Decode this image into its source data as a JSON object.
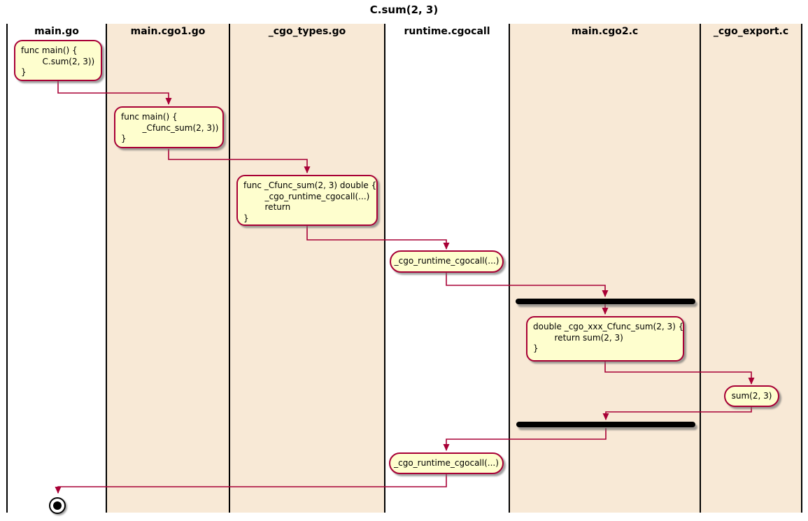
{
  "title": "C.sum(2, 3)",
  "colors": {
    "lane_alt_fill": "#F8E9D6",
    "lane_plain_fill": "#FFFFFF",
    "lane_divider": "#000000",
    "activity_fill": "#FEFECE",
    "activity_border": "#A80036",
    "arrow": "#A80036",
    "sync_bar": "#000000"
  },
  "lanes": [
    {
      "label": "main.go"
    },
    {
      "label": "main.cgo1.go"
    },
    {
      "label": "_cgo_types.go"
    },
    {
      "label": "runtime.cgocall"
    },
    {
      "label": "main.cgo2.c"
    },
    {
      "label": "_cgo_export.c"
    }
  ],
  "activities": {
    "main_go": {
      "code": "func main() {\n        C.sum(2, 3))\n}"
    },
    "main_cgo1_go": {
      "code": "func main() {\n        _Cfunc_sum(2, 3))\n}"
    },
    "cgo_types_go": {
      "code": "func _Cfunc_sum(2, 3) double {\n        _cgo_runtime_cgocall(...)\n        return\n}"
    },
    "runtime_cgocall_call": {
      "code": "_cgo_runtime_cgocall(...)"
    },
    "main_cgo2_c": {
      "code": "double _cgo_xxx_Cfunc_sum(2, 3) {\n        return sum(2, 3)\n}"
    },
    "sum_call": {
      "code": "sum(2, 3)"
    },
    "runtime_cgocall_return": {
      "code": "_cgo_runtime_cgocall(...)"
    }
  }
}
